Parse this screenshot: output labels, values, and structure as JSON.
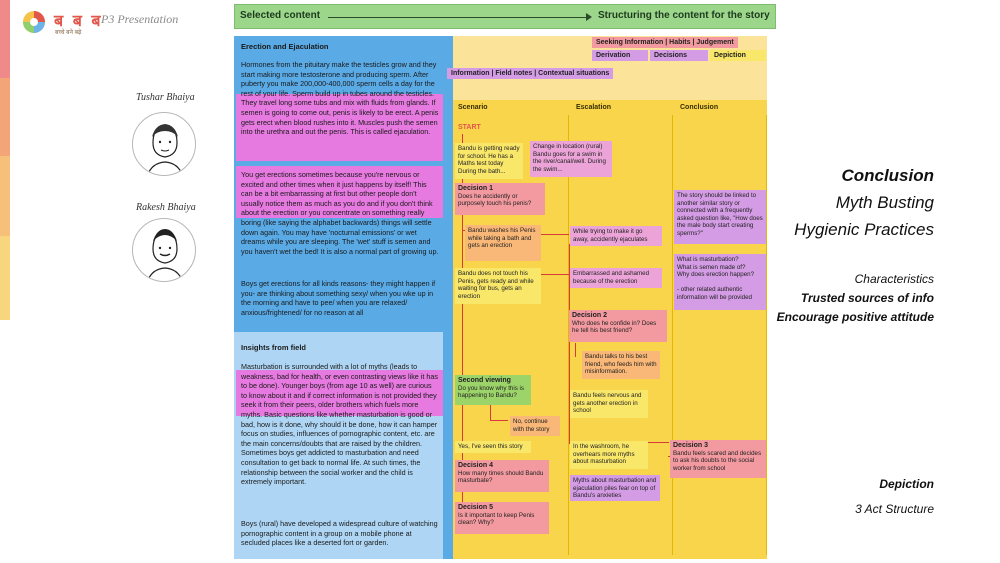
{
  "app": {
    "brand": "ब ब ब",
    "brand_sub": "बच्चे बने बढ़े",
    "title": "P3 Presentation"
  },
  "people": [
    {
      "name": "Tushar Bhaiya"
    },
    {
      "name": "Rakesh Bhaiya"
    }
  ],
  "board": {
    "selected_content": "Selected content",
    "structuring": "Structuring the content for the story",
    "tabs_top": [
      "Seeking Information | Habits | Judgement"
    ],
    "tabs_mid": [
      "Derivation",
      "Decisions",
      "Depiction"
    ],
    "tabs_left": "Information  |  Field notes  |  Contextual situations",
    "columns": [
      "Scenario",
      "Escalation",
      "Conclusion"
    ],
    "start": "START"
  },
  "left_content": {
    "section1_title": "Erection and Ejaculation",
    "p1": "Hormones from the pituitary make the testicles grow and they start making more testosterone and producing sperm. After puberty you make 200,000-400,000 sperm cells a day for the rest of your life. Sperm build up in tubes around the testicles. They travel long some tubs and mix with fluids from glands. If semen is going to come out, penis is likely to be erect. A penis gets erect when blood rushes into it. Muscles push the semen into the urethra and out the penis. This is called ejaculation.",
    "p2": "You get erections sometimes because you're nervous or excited and other times when it just happens by itself! This can be a bit embarrassing at first but other people don't usually notice them as much as you do and if you don't think about the erection or you concentrate on something really boring (like saying the alphabet backwards) things will settle down again. You may have 'nocturnal emissions' or wet dreams while you are sleeping. The 'wet' stuff is semen and you haven't wet the bed! It is also a normal part of growing up.",
    "p3": "Boys get erections for all kinds reasons- they might happen if you- are thinking about something sexy/ when you wke up in the morning and have to pee/ when you are relaxed/ anxious/frightened/ for no reason at all",
    "section2_title": "Insights from field",
    "p4": "Masturbation is surrounded with a lot of myths (leads to weakness, bad for health, or even contrasting views like it has to be done). Younger boys (from age 10 as well) are curious to know about it and if correct information is not provided they seek it from their peers, older brothers which fuels more myths. Basic questions like whether masturbation is good or bad, how is it done, why should it be done, how it can hamper focus on studies, influences of pornographic content, etc. are the main concerns/doubts that are raised by the children. Sometimes boys get addicted to masturbation and need consultation to get back to normal life. At such times, the relationship between the social worker and the child is extremely important.",
    "p5": "Boys (rural) have developed a widespread culture of watching pornographic content in a group on a mobile phone at secluded places like a deserted fort or garden."
  },
  "notes": {
    "n1": "Bandu is getting ready for school. He has a Maths test today During the bath...",
    "n2": "Change in location (rural)\nBandu goes for a swim in the river/canal/well. During the swim...",
    "d1_title": "Decision 1",
    "d1": "Does he accidently or purposely touch his penis?",
    "n3": "Bandu washes his Penis while taking a bath and gets an erection",
    "n4": "While trying to make it go away, accidently ejaculates",
    "n5": "Bandu does not touch his Penis, gets ready and while waiting for bus, gets an erection",
    "n6": "Embarrassed and ashamed because of the erection",
    "d2_title": "Decision 2",
    "d2": "Who does he confide in? Does he tell his best friend?",
    "n7": "Bandu talks to his best friend, who feeds him with misinformation.",
    "sv_title": "Second viewing",
    "sv": "Do you know why this is happening to Bandu?",
    "n8": "Bandu feels nervous and gets another erection in school",
    "n9": "No, continue with the story",
    "n10": "Yes, I've seen this story",
    "n11": "In the washroom, he overhears more myths about masturbation",
    "d4_title": "Decision 4",
    "d4": "How many times should Bandu masturbate?",
    "n12": "Myths about masturbation and ejaculation piles fear on top of Bandu's anxieties",
    "d5_title": "Decision 5",
    "d5": "Is it important to keep Penis clean? Why?",
    "c1": "The story should be linked to another similar story or connected with a frequently asked question like, \"How does the male body start creating sperms?\"",
    "c2": "What is masturbation?\nWhat is semen made of?\nWhy does erection happen?\n\n- other related authentic information will be provided",
    "d3_title": "Decision 3",
    "d3": "Bandu feels scared and decides to ask his doubts to the social worker from school"
  },
  "right_panel": {
    "conclusion": "Conclusion",
    "myth": "Myth Busting",
    "hygienic": "Hygienic Practices",
    "characteristics": "Characteristics",
    "trusted": "Trusted sources of info",
    "encourage": "Encourage positive attitude",
    "depiction": "Depiction",
    "act": "3 Act Structure"
  },
  "colors": {
    "header_green": "#9bd68a",
    "blue": "#5aaae6",
    "light_blue": "#aed6f4",
    "yellow": "#f8d54b",
    "highlight_magenta": "#e67ae0"
  }
}
